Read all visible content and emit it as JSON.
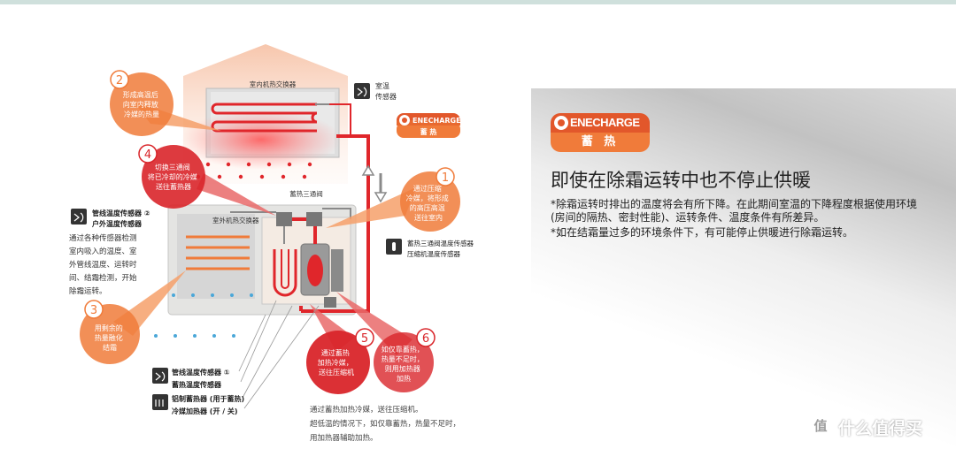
{
  "diagram": {
    "indoor_exchanger": "室内机热交换器",
    "outdoor_exchanger": "室外机热交换器",
    "three_way_valve": "蓄热三通阀",
    "room_sensor": [
      "室温",
      "传感器"
    ],
    "logo_small": {
      "brand": "ENECHARGE",
      "sub": "蓄 热"
    },
    "pipe_sensor_2": [
      "管线温度传感器 ②",
      "户外温度传感器"
    ],
    "detection_text": [
      "通过各种传感器检测",
      "室内吸入的温度、室",
      "外管线温度、运转时",
      "间、结霜检测，开始",
      "除霜运转。"
    ],
    "valve_sensors": [
      "蓄热三通阀温度传感器",
      "压缩机温度传感器"
    ],
    "legend": [
      {
        "lines": [
          "管线温度传感器 ①",
          "蓄热温度传感器"
        ],
        "icon": "sensor-icon"
      },
      {
        "lines": [
          "铝制蓄热器 (用于蓄热)",
          "冷媒加热器 (开 / 关)"
        ],
        "icon": "heater-icon"
      }
    ],
    "bottom_note": [
      "通过蓄热加热冷媒，送往压缩机。",
      "超低温的情况下，如仅靠蓄热，热量不足时，",
      "用加热器辅助加热。"
    ],
    "callouts": [
      {
        "num": "1",
        "lines": [
          "通过压缩",
          "冷媒，将形成",
          "的高压高温",
          "送往室内"
        ]
      },
      {
        "num": "2",
        "lines": [
          "形成高温后",
          "向室内释放",
          "冷媒的热量"
        ]
      },
      {
        "num": "3",
        "lines": [
          "用剩余的",
          "热量融化",
          "结霜"
        ]
      },
      {
        "num": "4",
        "lines": [
          "切换三通阀",
          "将已冷却的冷媒",
          "送往蓄热器"
        ]
      },
      {
        "num": "5",
        "lines": [
          "通过蓄热",
          "加热冷媒，",
          "送往压缩机"
        ]
      },
      {
        "num": "6",
        "lines": [
          "如仅靠蓄热，",
          "热量不足时，",
          "则用加热器",
          "加热"
        ]
      }
    ]
  },
  "panel": {
    "logo": {
      "brand": "ENECHARGE",
      "sub": "蓄 热"
    },
    "headline": "即使在除霜运转中也不停止供暖",
    "paragraphs": [
      "*除霜运转时排出的温度将会有所下降。在此期间室温的下降程度根据使用环境(房间的隔热、密封性能)、运转条件、温度条件有所差异。",
      " *如在结霜量过多的环境条件下，有可能停止供暖进行除霜运转。"
    ]
  },
  "watermark": {
    "glyph": "值",
    "text": "什么值得买"
  },
  "colors": {
    "accent_orange": "#f07b3a",
    "accent_red": "#d9252a",
    "pipe_red": "#e0262b",
    "pipe_gray": "#8a8a8a"
  }
}
